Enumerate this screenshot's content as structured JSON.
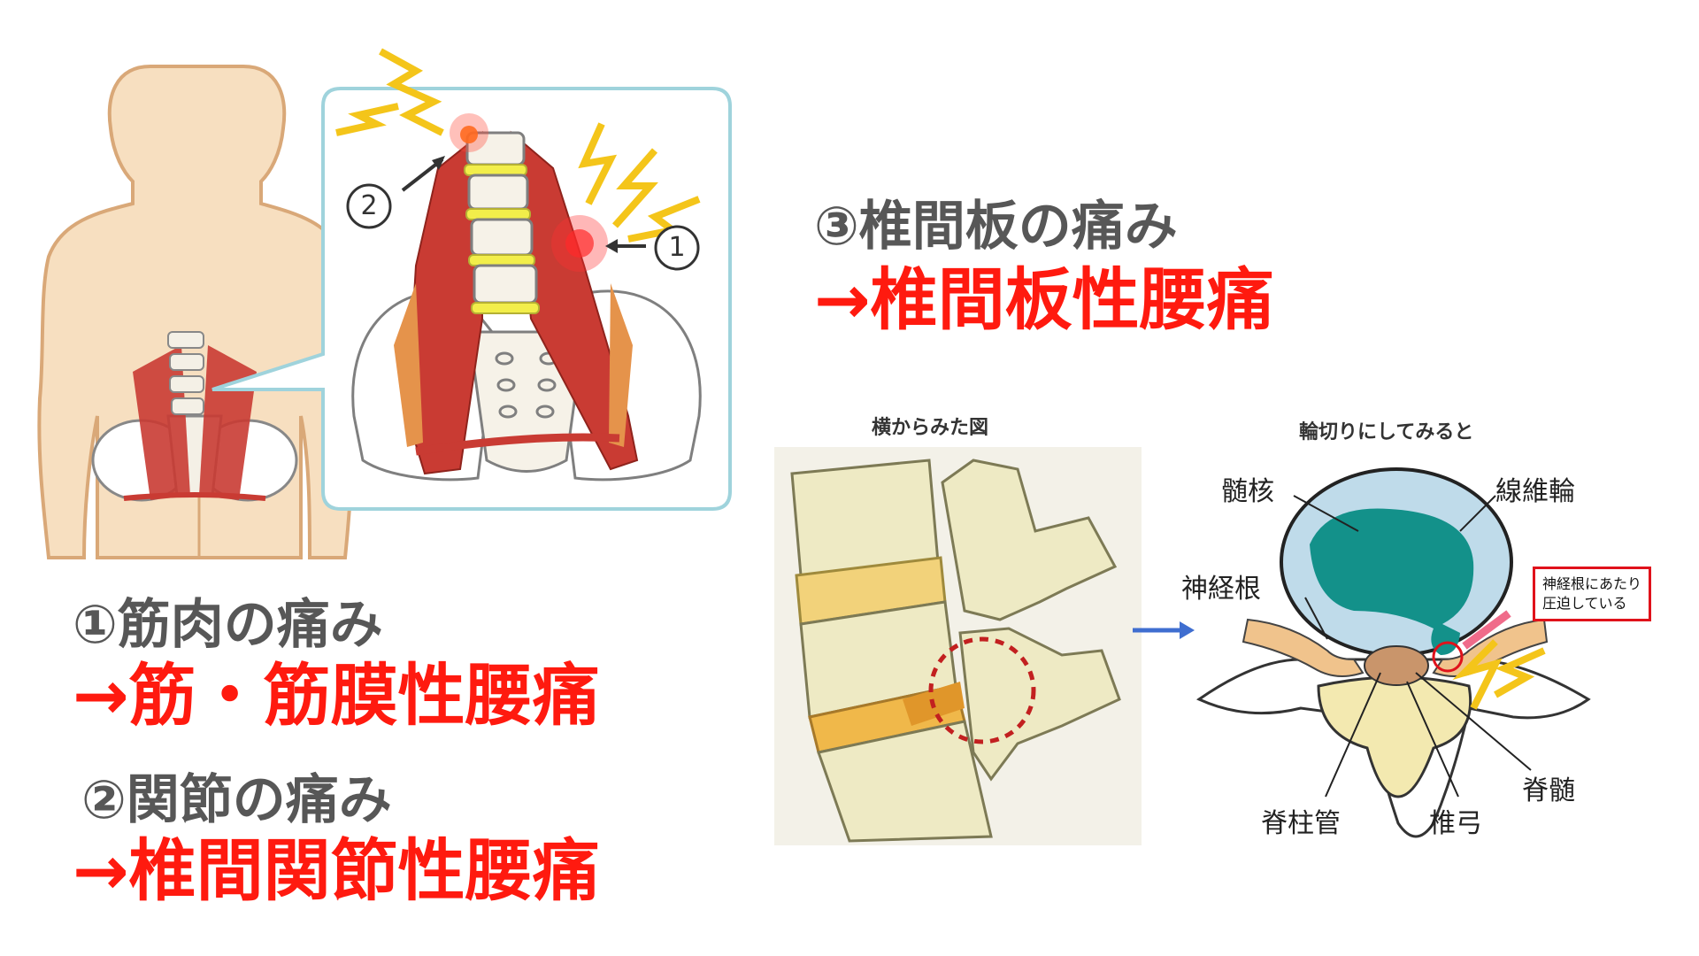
{
  "headings": {
    "muscle_title": "①筋肉の痛み",
    "muscle_result": "→筋・筋膜性腰痛",
    "joint_title": "②関節の痛み",
    "joint_result": "→椎間関節性腰痛",
    "disc_title": "③椎間板の痛み",
    "disc_result": "→椎間板性腰痛"
  },
  "inset_markers": {
    "marker_1": "1",
    "marker_2": "2"
  },
  "side_view": {
    "caption": "横からみた図"
  },
  "cross_section": {
    "caption": "輪切りにしてみると",
    "labels": {
      "nucleus": "髄核",
      "annulus": "線維輪",
      "nerve_root": "神経根",
      "spinal_canal": "脊柱管",
      "vertebral_arch": "椎弓",
      "spinal_cord": "脊髄"
    },
    "callout_line1": "神経根にあたり",
    "callout_line2": "圧迫している"
  },
  "colors": {
    "red_text": "#ff1a0f",
    "grey_text": "#575757",
    "skin": "#f7dfc0",
    "muscle": "#c93b33",
    "cartilage": "#f2ee4a",
    "nucleus": "#13918a",
    "annulus": "#bfdbea",
    "inset_border": "#9fd3dc",
    "arrow_blue": "#3f6ed0"
  }
}
